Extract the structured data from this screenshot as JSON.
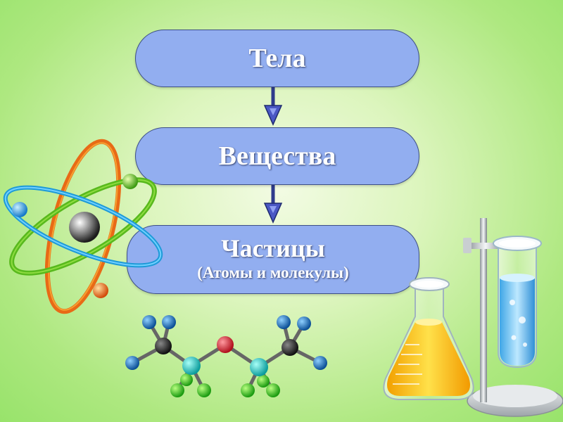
{
  "diagram": {
    "nodes": [
      {
        "label": "Тела"
      },
      {
        "label": "Вещества"
      },
      {
        "label": "Частицы",
        "sublabel": "(Атомы и молекулы)"
      }
    ],
    "edges": [
      {
        "from": 0,
        "to": 1
      },
      {
        "from": 1,
        "to": 2
      }
    ]
  },
  "illustrations": [
    {
      "name": "atom-model-icon"
    },
    {
      "name": "molecule-model-icon"
    },
    {
      "name": "lab-glassware-icon"
    }
  ],
  "colors": {
    "node_fill": "#92aef0",
    "node_border": "#3d4f86",
    "arrow": "#2e3b8c",
    "background": "#b9ec8e"
  }
}
